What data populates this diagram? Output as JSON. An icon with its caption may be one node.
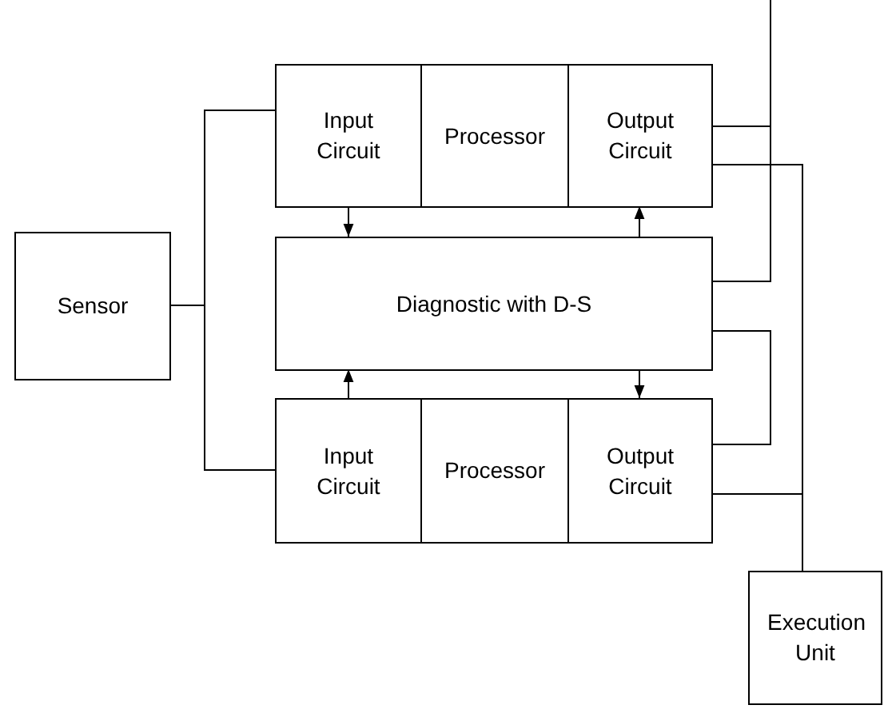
{
  "diagram": {
    "nodes": [
      {
        "text": [
          "Sensor"
        ]
      },
      {
        "text": [
          "Input Circuit"
        ]
      },
      {
        "text": [
          "Processor"
        ]
      },
      {
        "text": [
          "Output Circuit"
        ]
      },
      {
        "text": [
          "Diagnostic with D-S"
        ]
      },
      {
        "text": [
          "Input Circuit"
        ]
      },
      {
        "text": [
          "Processor"
        ]
      },
      {
        "text": [
          "Output Circuit"
        ]
      },
      {
        "text": [
          "Execution Unit"
        ]
      }
    ],
    "edges": [
      {
        "from": 0,
        "to": 1,
        "arrow": "none"
      },
      {
        "from": 0,
        "to": 5,
        "arrow": "none"
      },
      {
        "from": 1,
        "to": 4,
        "arrow": "to"
      },
      {
        "from": 5,
        "to": 4,
        "arrow": "to"
      },
      {
        "from": 4,
        "to": 3,
        "arrow": "to"
      },
      {
        "from": 4,
        "to": 7,
        "arrow": "to"
      },
      {
        "from": 3,
        "to": null,
        "arrow": "none"
      },
      {
        "from": 4,
        "to": null,
        "arrow": "none"
      },
      {
        "from": 3,
        "to": 8,
        "arrow": "none"
      },
      {
        "from": 7,
        "to": 8,
        "arrow": "none"
      },
      {
        "from": 4,
        "to": 7,
        "arrow": "none"
      }
    ]
  }
}
